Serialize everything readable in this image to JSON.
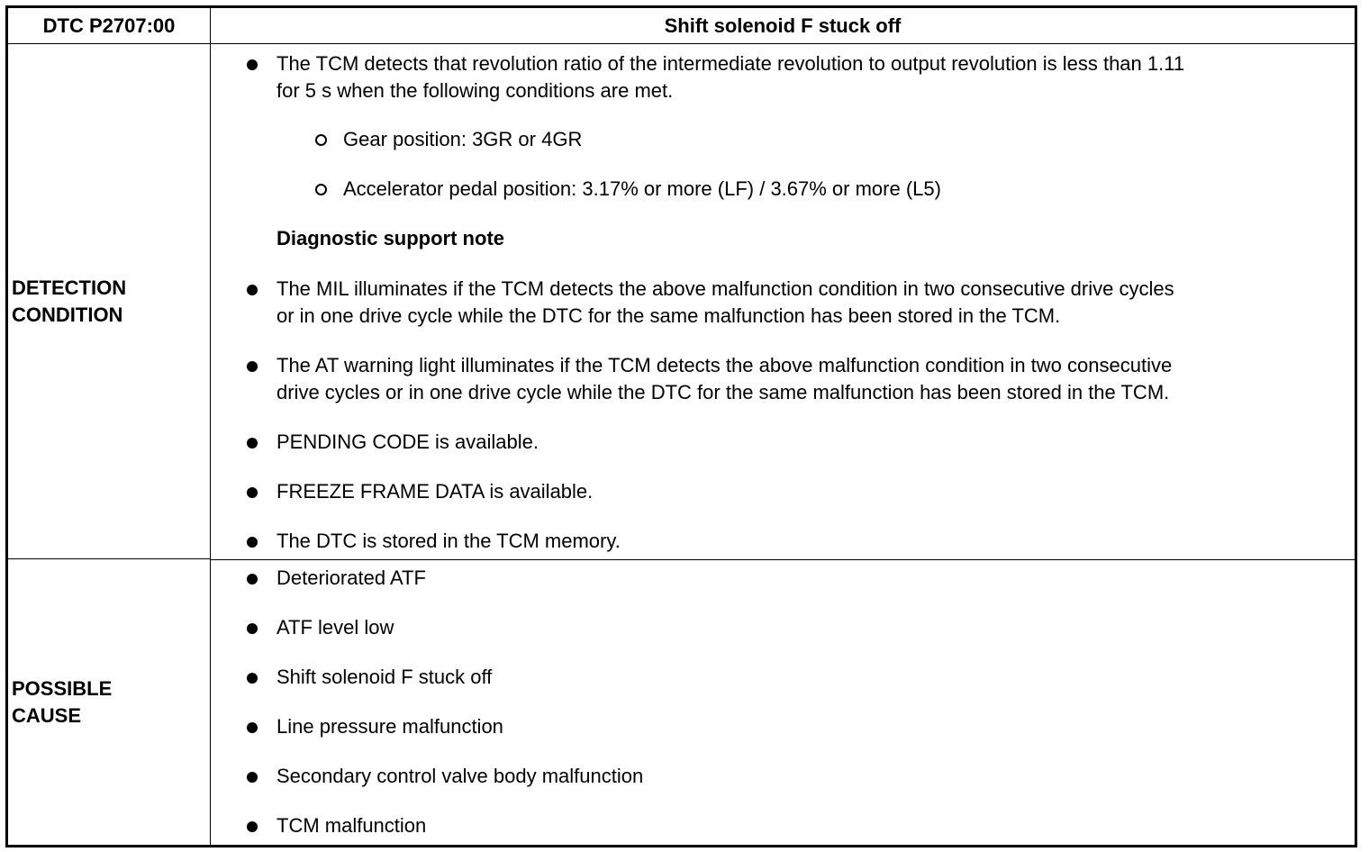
{
  "header": {
    "dtc_code": "DTC P2707:00",
    "title": "Shift solenoid F stuck off"
  },
  "detection": {
    "label_line1": "DETECTION",
    "label_line2": "CONDITION",
    "item1_line1": "The TCM detects that revolution ratio of the intermediate revolution to output revolution is less than 1.11",
    "item1_line2": "for 5 s when the following conditions are met.",
    "sub1": "Gear position: 3GR or 4GR",
    "sub2": "Accelerator pedal position: 3.17% or more (LF) / 3.67% or more (L5)",
    "note_heading": "Diagnostic support note",
    "item2_line1": "The MIL illuminates if the TCM detects the above malfunction condition in two consecutive drive cycles",
    "item2_line2": "or in one drive cycle while the DTC for the same malfunction has been stored in the TCM.",
    "item3_line1": "The AT warning light illuminates if the TCM detects the above malfunction condition in two consecutive",
    "item3_line2": "drive cycles or in one drive cycle while the DTC for the same malfunction has been stored in the TCM.",
    "item4": "PENDING CODE is available.",
    "item5": "FREEZE FRAME DATA is available.",
    "item6": "The DTC is stored in the TCM memory."
  },
  "cause": {
    "label_line1": "POSSIBLE",
    "label_line2": "CAUSE",
    "items": [
      "Deteriorated ATF",
      "ATF level low",
      "Shift solenoid F stuck off",
      "Line pressure malfunction",
      "Secondary control valve body malfunction",
      "TCM malfunction"
    ]
  }
}
